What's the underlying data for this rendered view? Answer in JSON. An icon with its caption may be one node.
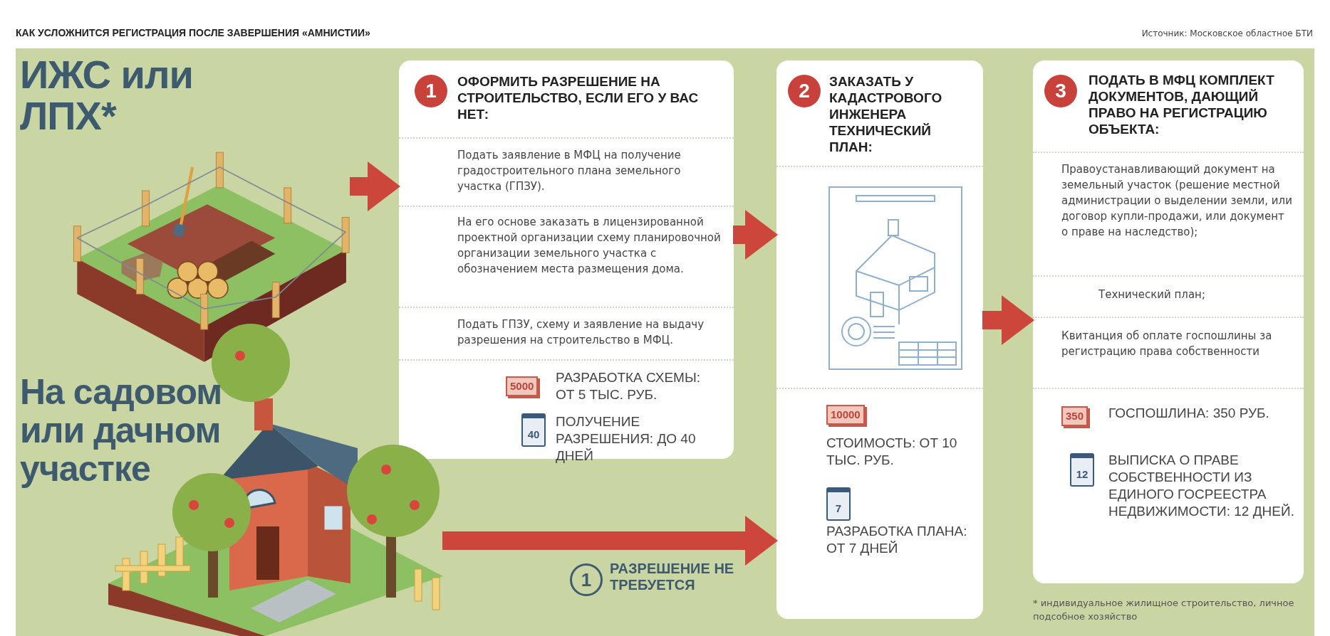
{
  "diagram": {
    "title": "КАК УСЛОЖНИТСЯ РЕГИСТРАЦИЯ ПОСЛЕ ЗАВЕРШЕНИЯ «АМНИСТИИ»",
    "nodes": [
      {
        "text": [
          "ИЖС или ЛПХ*"
        ]
      },
      {
        "text": [
          "ОФОРМИТЬ РАЗРЕШЕНИЕ НА СТРОИТЕЛЬСТВО, ЕСЛИ ЕГО У ВАС НЕТ:",
          "Подать заявление в МФЦ на получение градостроительного плана земельного участка (ГПЗУ).",
          "На его основе заказать в лицензированной проектной организации схему планировочной организации земельного участка с обозначением места размещения дома.",
          "Подать ГПЗУ, схему и заявление на выдачу разрешения на строительство в МФЦ."
        ]
      },
      {
        "text": [
          "1"
        ],
        "in": 1
      },
      {
        "text": [
          "5000"
        ],
        "in": 1,
        "beside": [
          "РАЗРАБОТКА СХЕМЫ: ОТ 5 ТЫС. РУБ."
        ]
      },
      {
        "text": [
          "40"
        ],
        "in": 1,
        "beside": [
          "ПОЛУЧЕНИЕ РАЗРЕШЕНИЯ: ДО 40 ДНЕЙ"
        ]
      },
      {
        "text": [
          "ЗАКАЗАТЬ У КАДАСТРОВОГО ИНЖЕНЕРА ТЕХНИЧЕСКИЙ ПЛАН:"
        ]
      },
      {
        "text": [
          "2"
        ],
        "in": 5
      },
      {
        "text": [
          "10000"
        ],
        "in": 5,
        "beside": [
          "СТОИМОСТЬ: ОТ 10 ТЫС. РУБ."
        ]
      },
      {
        "text": [
          "7"
        ],
        "in": 5,
        "beside": [
          "РАЗРАБОТКА ПЛАНА: ОТ 7 ДНЕЙ"
        ]
      },
      {
        "text": [
          "ПОДАТЬ В МФЦ КОМПЛЕКТ ДОКУМЕНТОВ, ДАЮЩИЙ ПРАВО НА РЕГИСТРАЦИЮ ОБЪЕКТА:",
          "Правоустанавливающий документ на земельный участок (решение местной администрации о выделении земли, или договор купли-продажи, или документ о праве на наследство);",
          "Технический план;",
          "Квитанция об оплате госпошлины за регистрацию права собственности"
        ]
      },
      {
        "text": [
          "3"
        ],
        "in": 9
      },
      {
        "text": [
          "350"
        ],
        "in": 9,
        "beside": [
          "ГОСПОШЛИНА: 350 РУБ."
        ]
      },
      {
        "text": [
          "12"
        ],
        "in": 9,
        "beside": [
          "ВЫПИСКА О ПРАВЕ СОБСТВЕННОСТИ ИЗ ЕДИНОГО ГОСРЕЕСТРА НЕДВИЖИМОСТИ: 12 ДНЕЙ."
        ]
      },
      {
        "text": [
          "На садовом или дачном участке"
        ]
      },
      {
        "text": [
          "1"
        ],
        "beside": [
          "РАЗРЕШЕНИЕ НЕ ТРЕБУЕТСЯ"
        ]
      }
    ],
    "edges": [
      {
        "from": 0,
        "to": 1,
        "arrow": "to"
      },
      {
        "from": 1,
        "to": 5,
        "arrow": "to"
      },
      {
        "from": 5,
        "to": 9,
        "arrow": "to"
      },
      {
        "from": 13,
        "to": 5,
        "arrow": "to"
      }
    ],
    "labels": [
      "Источник: Московское областное БТИ",
      "* индивидуальное жилищное строительство, личное подсобное хозяйство"
    ]
  }
}
